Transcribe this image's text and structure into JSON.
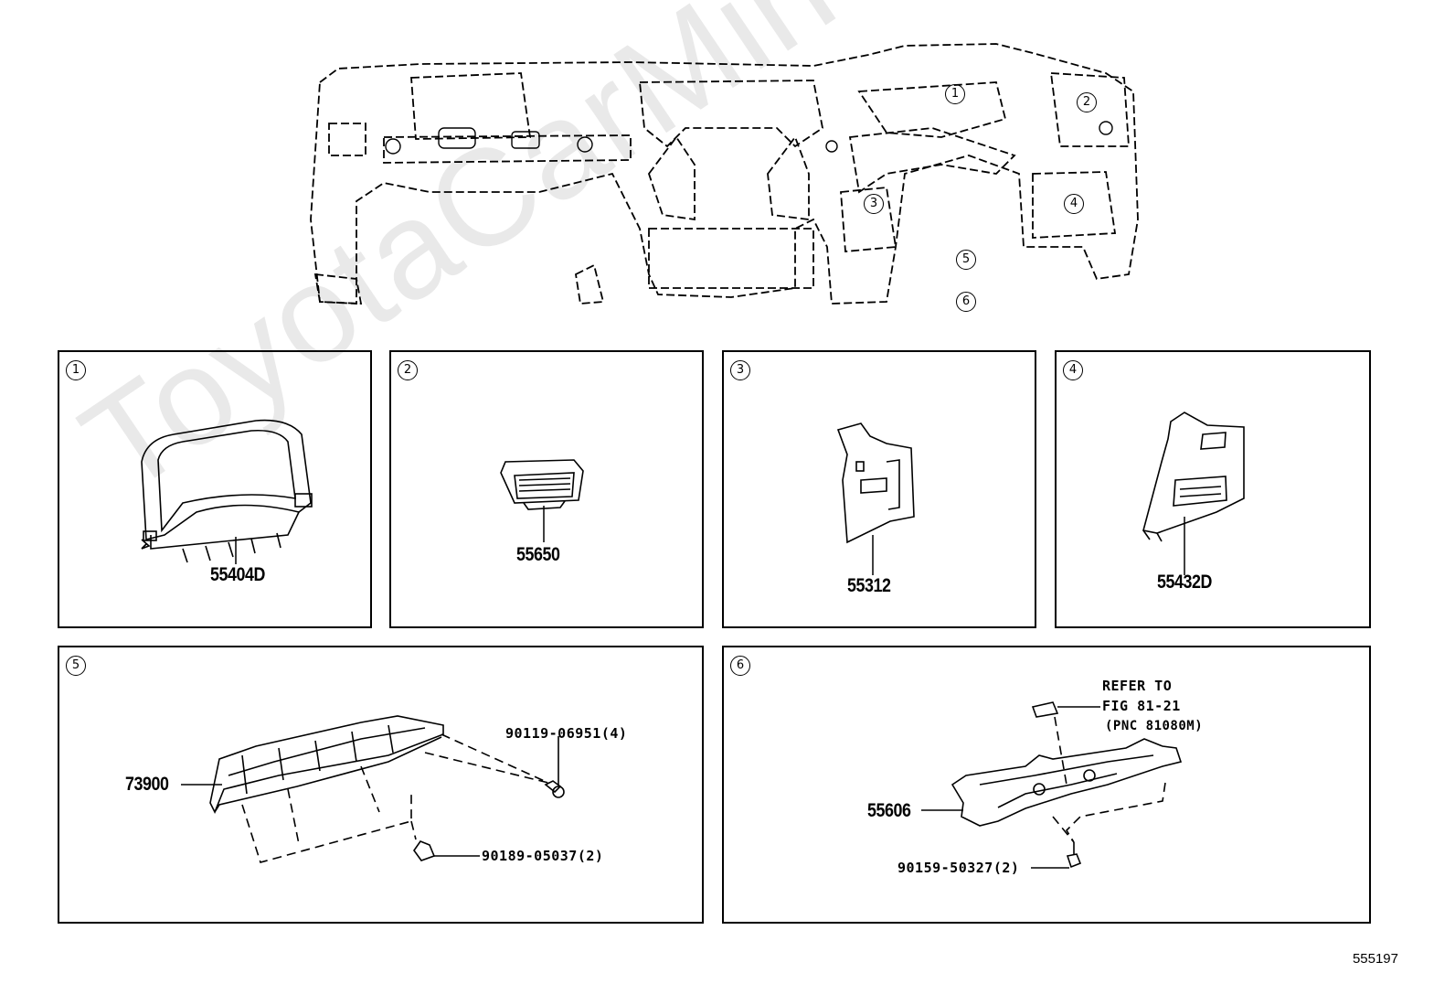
{
  "watermark": "ToyotaCarMine.ru",
  "overview": {
    "callouts": [
      "1",
      "2",
      "3",
      "4",
      "5",
      "6"
    ]
  },
  "panels": [
    {
      "index": "1",
      "parts": [
        {
          "label": "55404D"
        }
      ]
    },
    {
      "index": "2",
      "parts": [
        {
          "label": "55650"
        }
      ]
    },
    {
      "index": "3",
      "parts": [
        {
          "label": "55312"
        }
      ]
    },
    {
      "index": "4",
      "parts": [
        {
          "label": "55432D"
        }
      ]
    },
    {
      "index": "5",
      "parts": [
        {
          "label": "73900"
        }
      ],
      "fasteners": [
        "90119-06951(4)",
        "90189-05037(2)"
      ]
    },
    {
      "index": "6",
      "parts": [
        {
          "label": "55606"
        }
      ],
      "fasteners": [
        "90159-50327(2)"
      ],
      "refer": [
        "REFER TO",
        "FIG 81-21",
        "(PNC 81080M)"
      ]
    }
  ],
  "figure_number": "555197"
}
